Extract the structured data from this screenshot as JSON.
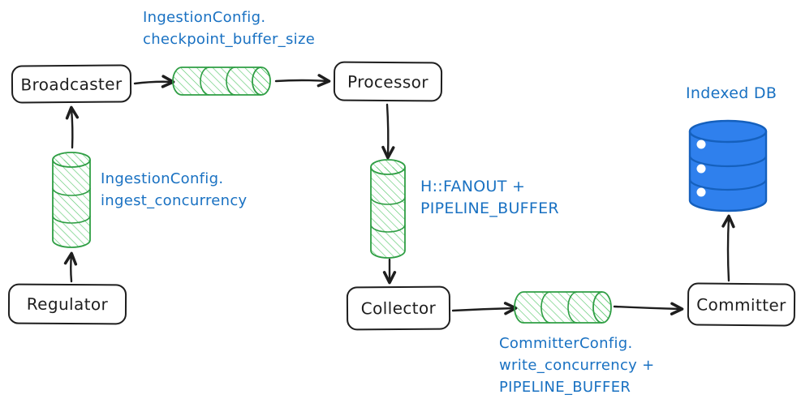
{
  "colors": {
    "ink": "#1e1e1e",
    "green": "#2f9e44",
    "green-light": "#40c057",
    "blue": "#1971c2",
    "db-fill": "#2f80ed",
    "db-stroke": "#1560bd"
  },
  "nodes": {
    "broadcaster": "Broadcaster",
    "processor": "Processor",
    "regulator": "Regulator",
    "collector": "Collector",
    "committer": "Committer"
  },
  "labels": {
    "checkpoint": {
      "lines": [
        "IngestionConfig.",
        "checkpoint_buffer_size"
      ]
    },
    "ingest": {
      "lines": [
        "IngestionConfig.",
        "ingest_concurrency"
      ]
    },
    "fanout": {
      "lines": [
        "H::FANOUT +",
        "PIPELINE_BUFFER"
      ]
    },
    "committer_buffer": {
      "lines": [
        "CommitterConfig.",
        "write_concurrency +",
        "PIPELINE_BUFFER"
      ]
    },
    "indexed_db": "Indexed DB"
  }
}
